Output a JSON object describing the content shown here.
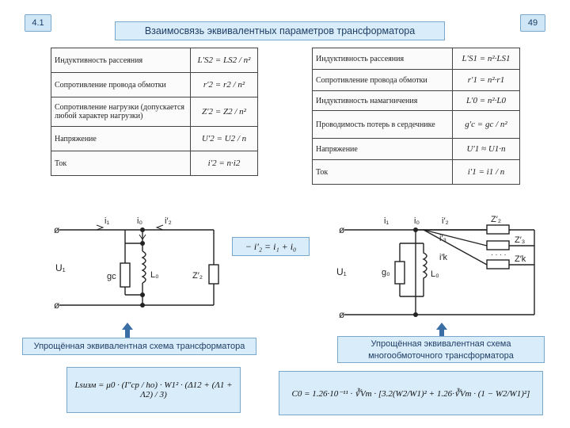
{
  "slide": {
    "number_left": "4.1",
    "number_right": "49"
  },
  "title": "Взаимосвязь эквивалентных параметров трансформатора",
  "table_left": [
    {
      "param": "Индуктивность рассеяния",
      "formula": "L′S2 = LS2 / n²"
    },
    {
      "param": "Сопротивление провода обмотки",
      "formula": "r′2 = r2 / n²"
    },
    {
      "param": "Сопротивление нагрузки (допускается любой характер нагрузки)",
      "formula": "Z′2 = Z2 / n²"
    },
    {
      "param": "Напряжение",
      "formula": "U′2 = U2 / n"
    },
    {
      "param": "Ток",
      "formula": "i′2 = n·i2"
    }
  ],
  "table_right": [
    {
      "param": "Индуктивность рассеяния",
      "formula": "L′S1 = n²·LS1"
    },
    {
      "param": "Сопротивление провода обмотки",
      "formula": "r′1 = n²·r1"
    },
    {
      "param": "Индуктивность намагничения",
      "formula": "L′0 = n²·L0"
    },
    {
      "param": "Проводимость потерь в сердечнике",
      "formula": "g′c = gc / n²"
    },
    {
      "param": "Напряжение",
      "formula": "U′1 ≈ U1·n"
    },
    {
      "param": "Ток",
      "formula": "i′1 = i1 / n"
    }
  ],
  "circuit_left": {
    "labels": {
      "i1": "i₁",
      "i0": "i₀",
      "i2": "i′₂",
      "u1": "U₁",
      "gc": "gc",
      "l0": "L₀",
      "z2": "Z′₂"
    },
    "equation": "− i′₂ = i₁ + i₀"
  },
  "circuit_right": {
    "labels": {
      "i1": "i₁",
      "i0": "i₀",
      "i2": "i′₂",
      "i3": "i′₃",
      "ik": "i′k",
      "u1": "U₁",
      "g0": "g₀",
      "l0": "L₀",
      "z2": "Z′₂",
      "z3": "Z′₃",
      "zk": "Z′k",
      "dots": "· · · ·"
    }
  },
  "captions": {
    "left": "Упрощённая эквивалентная схема трансформатора",
    "right": "Упрощённая эквивалентная схема многообмоточного трансформатора"
  },
  "formulas": {
    "left": "Lsизм = μ0 · (I″ср / hо) · W1² · (Δ12 + (Λ1 + Λ2) / 3)",
    "right": "C0 = 1.26·10⁻¹¹ · ∛Vm · [3.2(W2/W1)² + 1.26·∛Vm · (1 − W2/W1)²]"
  },
  "colors": {
    "title_bg": "#d9ecfa",
    "border": "#7aa8cc",
    "arrow": "#3a6ea5",
    "text": "#1f3f66"
  }
}
